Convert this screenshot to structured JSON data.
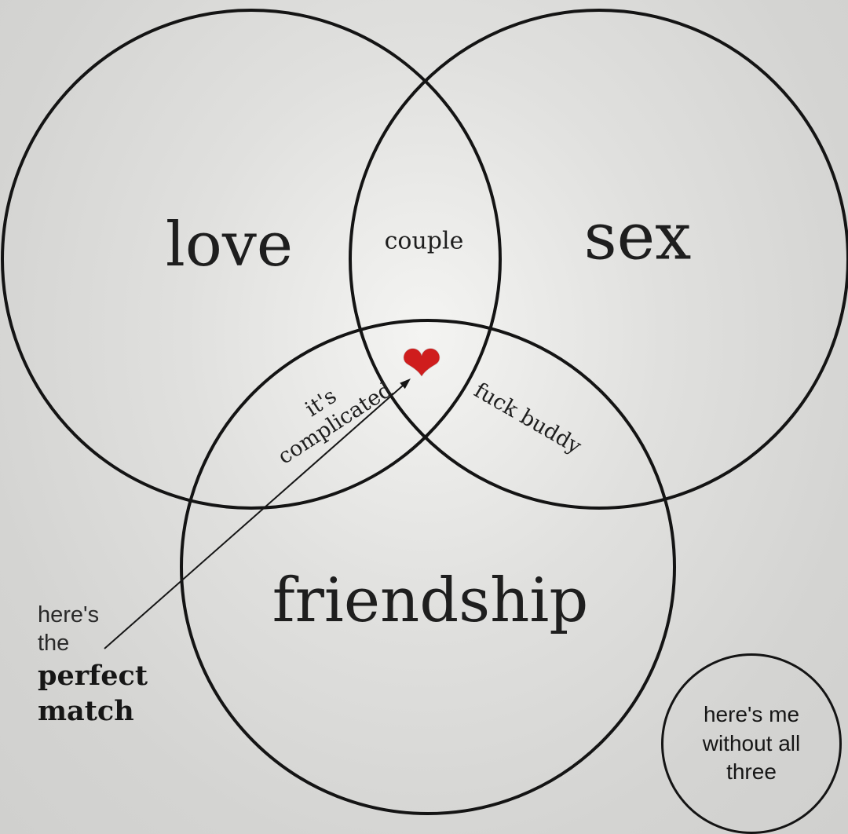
{
  "diagram": {
    "type": "venn",
    "sets": {
      "love": "love",
      "sex": "sex",
      "friendship": "friendship"
    },
    "intersections": {
      "love_sex": "couple",
      "love_friendship": "it's complicated",
      "sex_friendship": "fuck buddy"
    },
    "center": {
      "icon": "heart-icon",
      "glyph": "❤",
      "meaning": "the perfect match"
    },
    "annotations": {
      "perfect_match": {
        "line1": "here's",
        "line2": "the",
        "line3": "perfect",
        "line4": "match"
      },
      "me_without_all_three": "here's me without all three"
    },
    "colors": {
      "background": "#d8d8d6",
      "stroke": "#141414",
      "text": "#1e1e1e",
      "heart": "#cf1d1d"
    }
  }
}
